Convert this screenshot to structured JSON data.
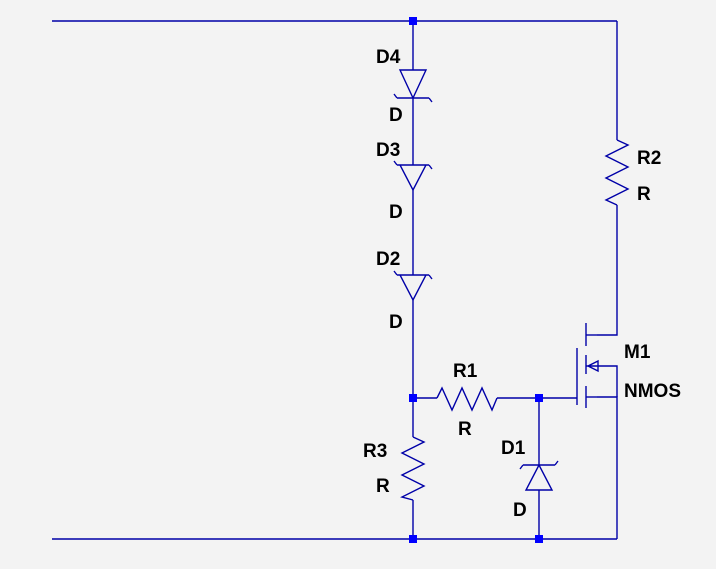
{
  "colors": {
    "background": "#f3f3f3",
    "wire": "#0000a8",
    "junction": "#0000ff",
    "text": "#000000"
  },
  "components": {
    "D4": {
      "name": "D4",
      "value": "D"
    },
    "D3": {
      "name": "D3",
      "value": "D"
    },
    "D2": {
      "name": "D2",
      "value": "D"
    },
    "D1": {
      "name": "D1",
      "value": "D"
    },
    "R1": {
      "name": "R1",
      "value": "R"
    },
    "R2": {
      "name": "R2",
      "value": "R"
    },
    "R3": {
      "name": "R3",
      "value": "R"
    },
    "M1": {
      "name": "M1",
      "value": "NMOS"
    }
  }
}
